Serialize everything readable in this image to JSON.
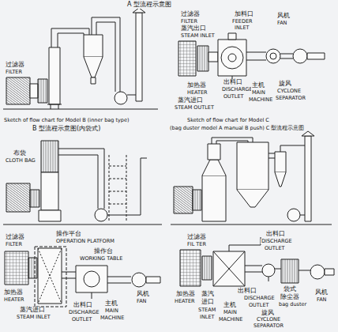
{
  "diagram": {
    "labels": [
      "A 型流程示意图",
      "过滤器",
      "FILTER",
      "过滤器",
      "FILTER",
      "蒸汽出口",
      "STEAM INLET",
      "加料口",
      "FEEDER",
      "INLET",
      "风机",
      "FAN",
      "加热器",
      "HEATER",
      "蒸汽进口",
      "STEAM OUTLET",
      "出料口",
      "DISCHARGE",
      "OUTLET",
      "主机",
      "MAIN",
      "MACHINE",
      "旋风",
      "CYCLONE",
      "SEPARATOR",
      "Sketch of flow chart for Model B (inner bag type)",
      "B 型流程示意图(内袋式)",
      "Sketch of flow chart for Model C",
      "(bag duster model A manual B push) C 型流程示意图",
      "布袋",
      "CLOTH BAG",
      "过滤器",
      "FILTER",
      "操作平台",
      "OPERATION PLATFORM",
      "操作台",
      "WORKING TABLE",
      "加热器",
      "HEATER",
      "蒸汽进口",
      "STEAM INLET",
      "出料口",
      "DISCHARGE",
      "OUTLET",
      "主机",
      "MAIN",
      "MACHINE",
      "风机",
      "FAN",
      "过滤器",
      "FIL TER",
      "出料口",
      "DISCHARGE",
      "OUTLET",
      "加热器",
      "HEATER",
      "蒸汽",
      "进口",
      "STEAM",
      "INLET",
      "主机",
      "MAIN",
      "MACHINE",
      "出料口",
      "DISCHARGE",
      "OUTLET",
      "袋式",
      "除尘器",
      "bag duster",
      "旋风",
      "CYCLONE",
      "SEPARATOR",
      "风机",
      "FAN"
    ]
  }
}
